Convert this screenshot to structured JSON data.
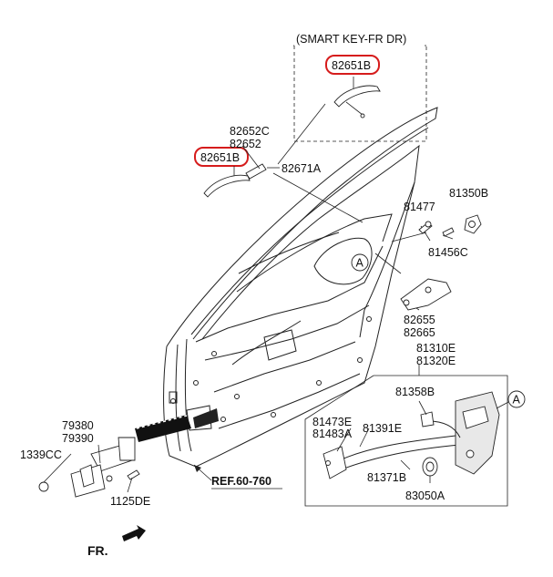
{
  "smart_key_box": {
    "title": "(SMART KEY-FR DR)",
    "part": "82651B"
  },
  "labels": {
    "p82652C": "82652C",
    "p82652": "82652",
    "p82651B": "82651B",
    "p82671A": "82671A",
    "p81477": "81477",
    "p81350B": "81350B",
    "p81456C": "81456C",
    "p82655": "82655",
    "p82665": "82665",
    "p81310E": "81310E",
    "p81320E": "81320E",
    "p81358B": "81358B",
    "p81473E": "81473E",
    "p81483A": "81483A",
    "p81391E": "81391E",
    "p81371B": "81371B",
    "p83050A": "83050A",
    "p79380": "79380",
    "p79390": "79390",
    "p1339CC": "1339CC",
    "p1125DE": "1125DE",
    "ref": "REF.60-760",
    "fr": "FR.",
    "callout_a": "A",
    "callout_a2": "A"
  },
  "colors": {
    "highlight": "#d61c1c",
    "line": "#222222"
  }
}
